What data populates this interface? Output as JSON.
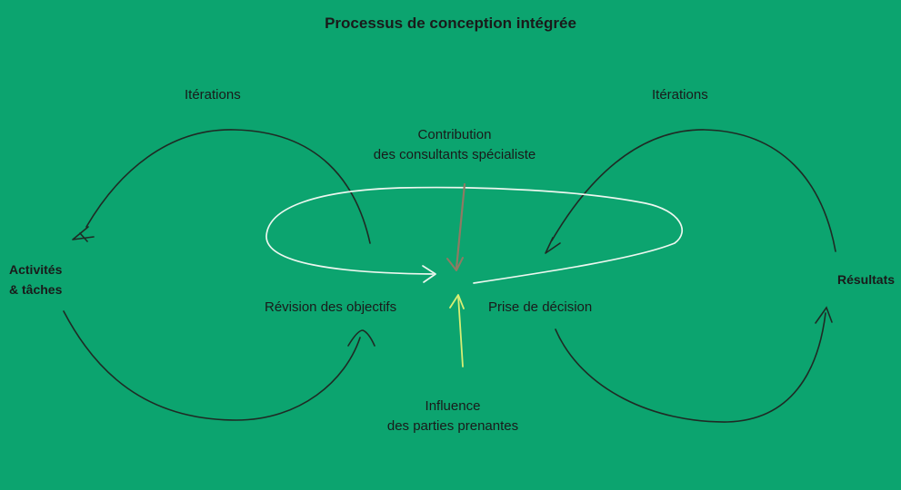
{
  "diagram": {
    "title": "Processus de conception intégrée",
    "left_loop_label": "Itérations",
    "right_loop_label": "Itérations",
    "contribution": {
      "line1": "Contribution",
      "line2": "des consultants spécialiste"
    },
    "activities": {
      "line1": "Activités",
      "line2": "& tâches"
    },
    "results": "Résultats",
    "revision": "Révision des objectifs",
    "decision": "Prise de décision",
    "influence": {
      "line1": "Influence",
      "line2": "des parties prenantes"
    }
  },
  "colors": {
    "background": "#0ca46f",
    "text": "#1a1a1a",
    "dark_stroke": "#1f2a24",
    "white_loop": "#ecf7ef",
    "contribution_arrow": "#8f7a63",
    "influence_arrow": "#d8ee74"
  }
}
